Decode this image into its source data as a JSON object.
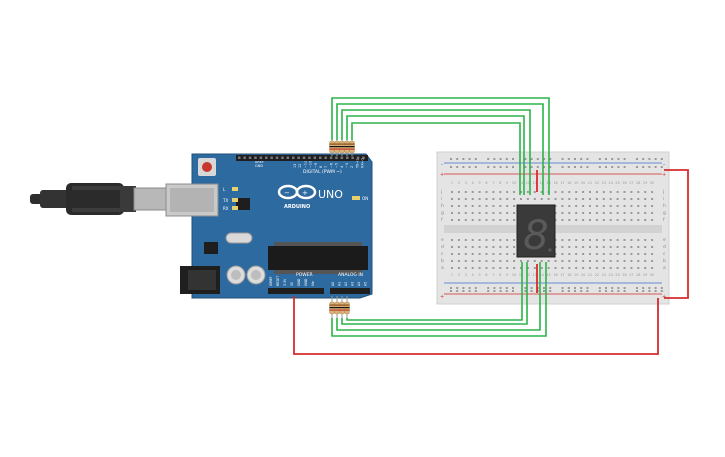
{
  "arduino": {
    "brand": "UNO",
    "logo_text": "ARDUINO",
    "header_digital": "DIGITAL (PWM ~)",
    "header_power": "POWER",
    "header_analog": "ANALOG IN",
    "led_l": "L",
    "led_tx": "TX",
    "led_rx": "RX",
    "led_on": "ON",
    "aref": "AREF",
    "gnd": "GND",
    "digital_pins": [
      "13",
      "12",
      "~11",
      "~10",
      "~9",
      "8",
      "7",
      "~6",
      "~5",
      "4",
      "~3",
      "2",
      "TX→1",
      "RX←0"
    ],
    "power_pins": [
      "IOREF",
      "RESET",
      "3.3V",
      "5V",
      "GND",
      "GND",
      "Vin"
    ],
    "analog_pins": [
      "A0",
      "A1",
      "A2",
      "A3",
      "A4",
      "A5"
    ]
  },
  "breadboard": {
    "row_letters_top": [
      "j",
      "i",
      "h",
      "g",
      "f"
    ],
    "row_letters_bottom": [
      "e",
      "d",
      "c",
      "b",
      "a"
    ],
    "column_numbers": [
      "1",
      "2",
      "3",
      "4",
      "5",
      "6",
      "7",
      "8",
      "9",
      "10",
      "11",
      "12",
      "13",
      "14",
      "15",
      "16",
      "17",
      "18",
      "19",
      "20",
      "21",
      "22",
      "23",
      "24",
      "25",
      "26",
      "27",
      "28",
      "29",
      "30"
    ],
    "rail_plus": "+",
    "rail_minus": "-"
  },
  "display": {
    "digit": "8"
  },
  "colors": {
    "board_blue": "#2d6aa0",
    "wire_green": "#2db34a",
    "wire_red": "#d62b2b",
    "breadboard_body": "#e4e4e4",
    "display_body": "#3a3a3a"
  }
}
